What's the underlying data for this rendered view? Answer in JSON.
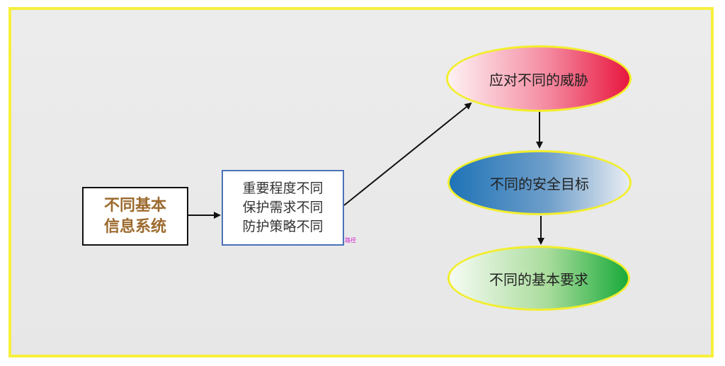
{
  "diagram": {
    "left_box": {
      "lines": [
        "不同基本",
        "信息系统"
      ]
    },
    "middle_box": {
      "lines": [
        "重要程度不同",
        "保护需求不同",
        "防护策略不同"
      ]
    },
    "path_label": "路径",
    "threats_ellipse": "应对不同的威胁",
    "security_goals_ellipse": "不同的安全目标",
    "basic_requirements_ellipse": "不同的基本要求",
    "colors": {
      "frame_border": "#f7f03c",
      "left_text": "#9c6a2e",
      "middle_border": "#4a72b8",
      "threats_fill": "#e8173f",
      "goals_fill": "#1f73b7",
      "requirements_fill": "#19aa3a"
    }
  }
}
